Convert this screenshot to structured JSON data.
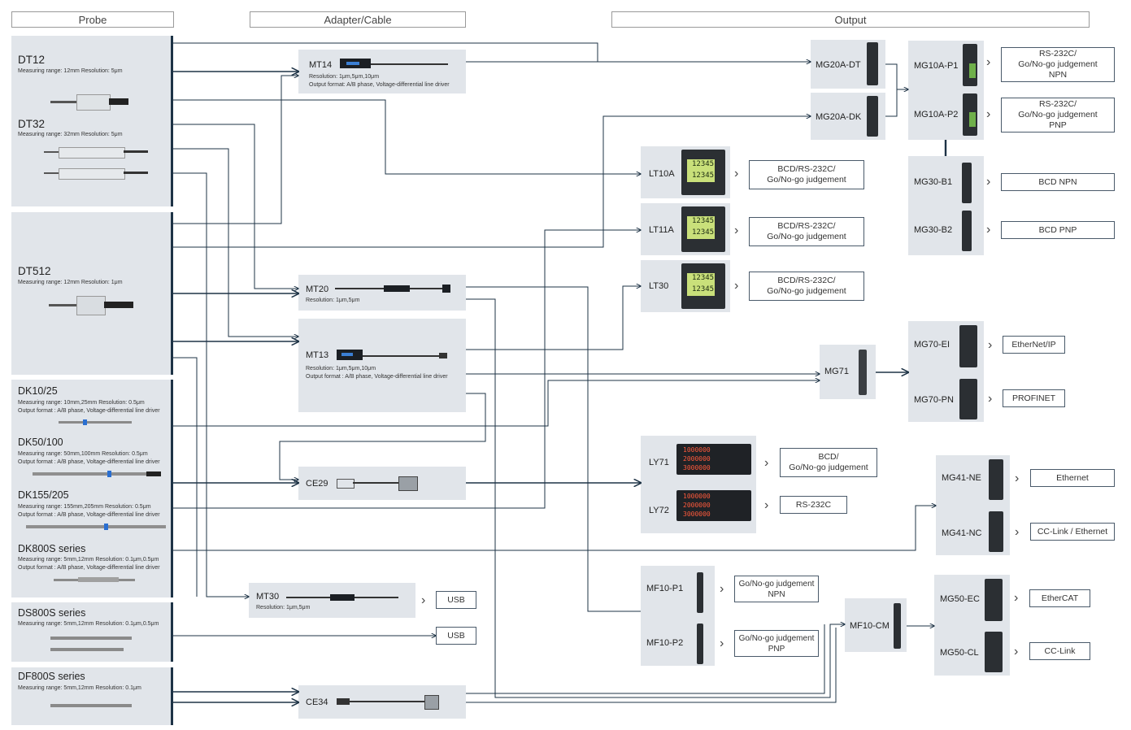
{
  "headers": {
    "probe": "Probe",
    "adapter": "Adapter/Cable",
    "output": "Output"
  },
  "probes": {
    "dt12": {
      "name": "DT12",
      "spec": "Measuring range: 12mm    Resolution: 5μm"
    },
    "dt32": {
      "name": "DT32",
      "spec": "Measuring range: 32mm    Resolution: 5μm"
    },
    "dt512": {
      "name": "DT512",
      "spec": "Measuring range: 12mm    Resolution: 1μm"
    },
    "dk10": {
      "name": "DK10/25",
      "spec1": "Measuring range: 10mm,25mm    Resolution: 0.5μm",
      "spec2": "Output format : A/B phase, Voltage-differential line driver"
    },
    "dk50": {
      "name": "DK50/100",
      "spec1": "Measuring range: 50mm,100mm    Resolution: 0.5μm",
      "spec2": "Output format : A/B phase, Voltage-differential line driver"
    },
    "dk155": {
      "name": "DK155/205",
      "spec1": "Measuring range: 155mm,205mm    Resolution: 0.5μm",
      "spec2": "Output format : A/B phase, Voltage-differential line driver"
    },
    "dk800": {
      "name": "DK800S series",
      "spec1": "Measuring range: 5mm,12mm    Resolution: 0.1μm,0.5μm",
      "spec2": "Output format : A/B phase, Voltage-differential line driver"
    },
    "ds800": {
      "name": "DS800S series",
      "spec": "Measuring range: 5mm,12mm    Resolution: 0.1μm,0.5μm"
    },
    "df800": {
      "name": "DF800S series",
      "spec": "Measuring range: 5mm,12mm    Resolution: 0.1μm"
    }
  },
  "adapters": {
    "mt14": {
      "name": "MT14",
      "spec1": "Resolution: 1μm,5μm,10μm",
      "spec2": "Output format: A/B phase, Voltage-differential line driver"
    },
    "mt20": {
      "name": "MT20",
      "spec1": "Resolution: 1μm,5μm"
    },
    "mt13": {
      "name": "MT13",
      "spec1": "Resolution: 1μm,5μm,10μm",
      "spec2": "Output format : A/B phase, Voltage-differential line driver"
    },
    "ce29": {
      "name": "CE29"
    },
    "mt30": {
      "name": "MT30",
      "spec1": "Resolution: 1μm,5μm"
    },
    "ce34": {
      "name": "CE34"
    }
  },
  "devices": {
    "mg20a_dt": "MG20A-DT",
    "mg20a_dk": "MG20A-DK",
    "mg10a_p1": "MG10A-P1",
    "mg10a_p2": "MG10A-P2",
    "mg30_b1": "MG30-B1",
    "mg30_b2": "MG30-B2",
    "lt10a": "LT10A",
    "lt11a": "LT11A",
    "lt30": "LT30",
    "mg71": "MG71",
    "mg70_ei": "MG70-EI",
    "mg70_pn": "MG70-PN",
    "ly71": "LY71",
    "ly72": "LY72",
    "mg41_ne": "MG41-NE",
    "mg41_nc": "MG41-NC",
    "mf10_p1": "MF10-P1",
    "mf10_p2": "MF10-P2",
    "mf10_cm": "MF10-CM",
    "mg50_ec": "MG50-EC",
    "mg50_cl": "MG50-CL"
  },
  "outputs": {
    "p1": "RS-232C/\nGo/No-go judgement\nNPN",
    "p2": "RS-232C/\nGo/No-go judgement\nPNP",
    "b1": "BCD NPN",
    "b2": "BCD PNP",
    "lt10a": "BCD/RS-232C/\nGo/No-go judgement",
    "lt11a": "BCD/RS-232C/\nGo/No-go judgement",
    "lt30": "BCD/RS-232C/\nGo/No-go judgement",
    "ei": "EtherNet/IP",
    "pn": "PROFINET",
    "ly71": "BCD/\nGo/No-go judgement",
    "ly72": "RS-232C",
    "ne": "Ethernet",
    "nc": "CC-Link / Ethernet",
    "mt30_usb": "USB",
    "ds_usb": "USB",
    "mf_p1": "Go/No-go judgement\nNPN",
    "mf_p2": "Go/No-go judgement\nPNP",
    "ec": "EtherCAT",
    "cl": "CC-Link"
  },
  "ly_digits": {
    "row1": "1000000",
    "row2": "2000000",
    "row3": "3000000"
  },
  "lt_digits": {
    "row1": "12345",
    "row2": "12345"
  },
  "colors": {
    "panel": "#e1e5ea",
    "wire": "#1e3346",
    "border": "#4a5a6a",
    "lcd": "#c9e07a"
  }
}
